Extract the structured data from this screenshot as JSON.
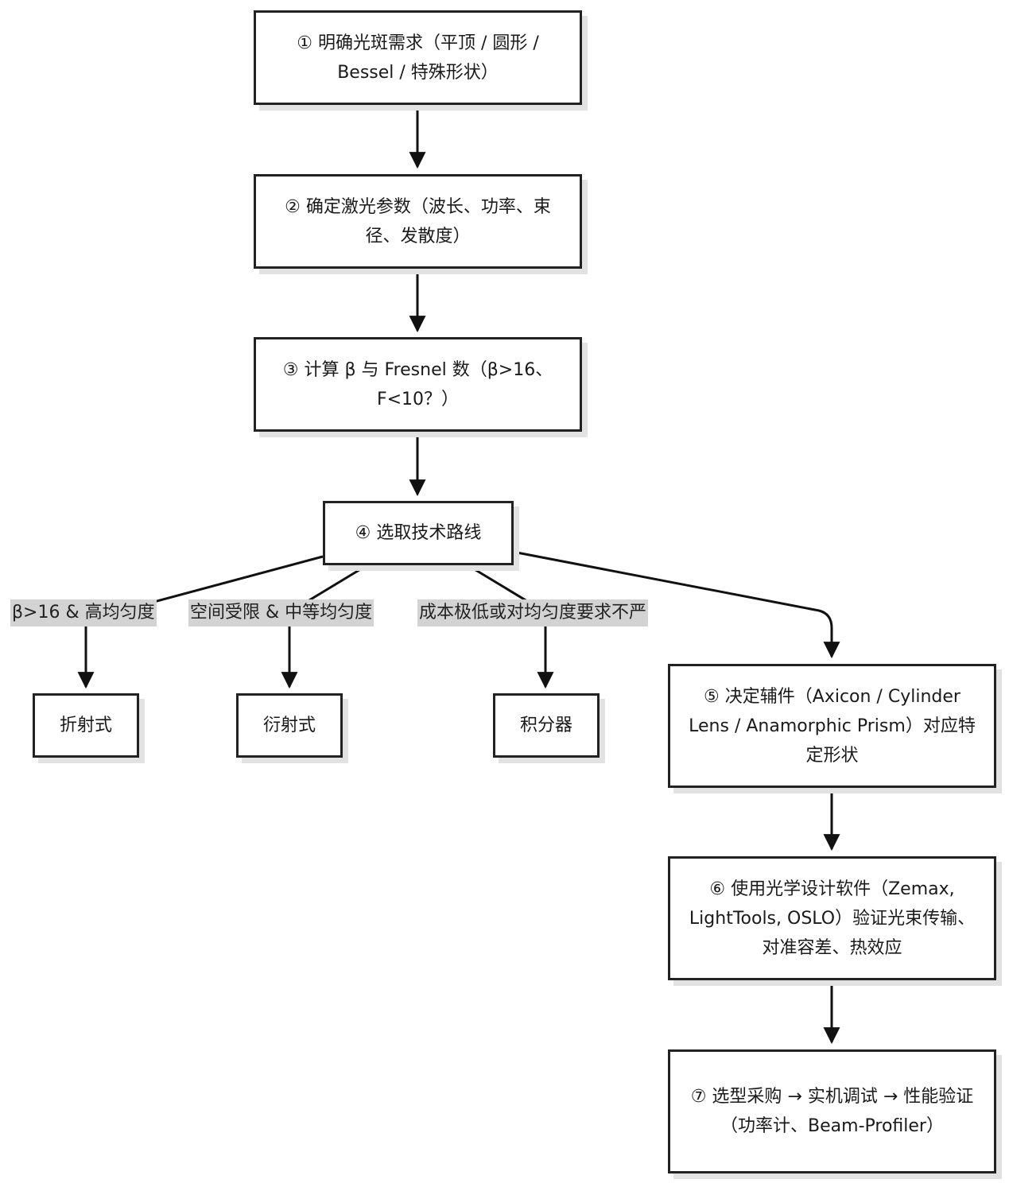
{
  "nodes": {
    "n1": "① 明确光斑需求（平顶 / 圆形 / Bessel / 特殊形状）",
    "n2": "② 确定激光参数（波长、功率、束径、发散度）",
    "n3": "③ 计算 β 与 Fresnel 数（β>16、F<10？）",
    "n4": "④ 选取技术路线",
    "refractive": "折射式",
    "diffractive": "衍射式",
    "integrator": "积分器",
    "n5": "⑤ 决定辅件（Axicon / Cylinder Lens / Anamorphic Prism）对应特定形状",
    "n6": "⑥ 使用光学设计软件（Zemax, LightTools, OSLO）验证光束传输、对准容差、热效应",
    "n7": "⑦ 选型采购 → 实机调试 → 性能验证（功率计、Beam-Profiler）"
  },
  "edge_labels": {
    "e_refractive": "β>16 & 高均匀度",
    "e_diffractive": "空间受限 & 中等均匀度",
    "e_integrator": "成本极低或对均匀度要求不严"
  }
}
